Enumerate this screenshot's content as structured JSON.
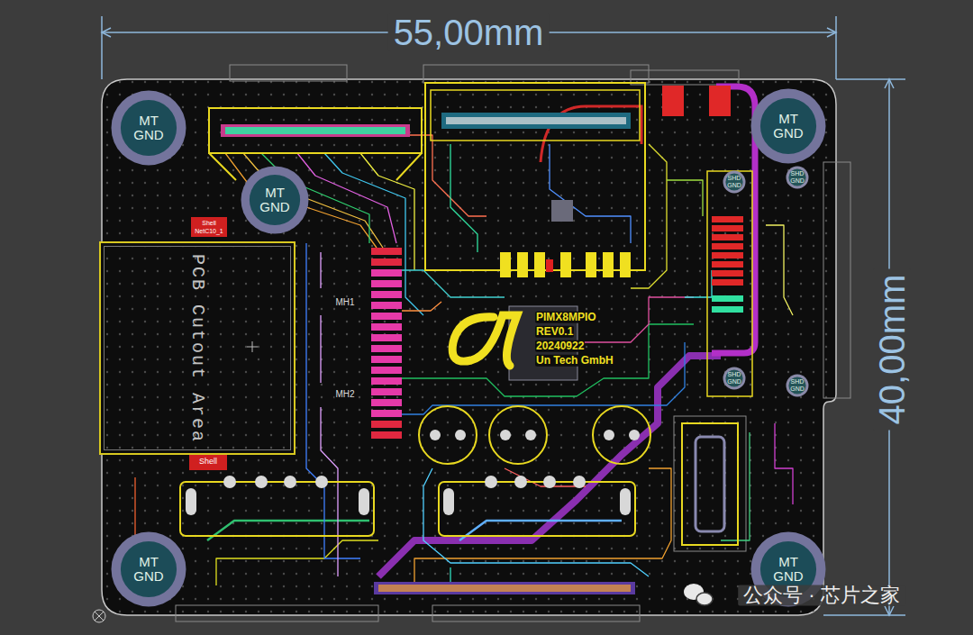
{
  "diagram": {
    "nodes": [
      {
        "text": [
          "MT GND"
        ]
      },
      {
        "text": [
          "MT GND"
        ]
      },
      {
        "text": [
          "MT GND"
        ]
      },
      {
        "text": [
          "SHD GND"
        ]
      },
      {
        "text": [
          "SHD GND"
        ]
      },
      {
        "text": [
          "PCB Cutout Area"
        ]
      },
      {
        "text": [
          "SHD GND"
        ]
      },
      {
        "text": [
          "SHD GND"
        ]
      },
      {
        "text": [
          "MT GND"
        ]
      },
      {
        "text": [
          "MT GND"
        ]
      }
    ],
    "labels": [
      "55,00mm",
      "40,00mm",
      "Shell",
      "NetC10_1",
      "Shell",
      "MH1",
      "MH2",
      "PIMX8MPIO",
      "REV0.1",
      "20240922",
      "Un Tech GmbH",
      "公众号 · 芯片之家"
    ]
  }
}
